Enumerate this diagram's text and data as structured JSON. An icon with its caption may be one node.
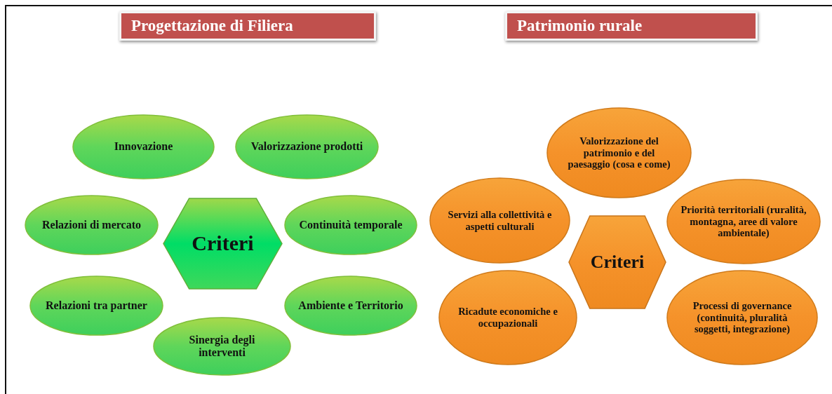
{
  "diagram": {
    "nodes": [
      {
        "text": [
          "Progettazione di Filiera"
        ]
      },
      {
        "text": [
          "Patrimonio rurale"
        ]
      },
      {
        "text": [
          "Innovazione"
        ]
      },
      {
        "text": [
          "Valorizzazione prodotti"
        ]
      },
      {
        "text": [
          "Relazioni di mercato"
        ]
      },
      {
        "text": [
          "Criteri"
        ]
      },
      {
        "text": [
          "Continuità temporale"
        ]
      },
      {
        "text": [
          "Relazioni tra partner"
        ]
      },
      {
        "text": [
          "Ambiente e Territorio"
        ]
      },
      {
        "text": [
          "Sinergia degli interventi"
        ]
      },
      {
        "text": [
          "Valorizzazione del patrimonio e del paesaggio (cosa e come)"
        ]
      },
      {
        "text": [
          "Servizi alla collettività e aspetti culturali"
        ]
      },
      {
        "text": [
          "Priorità territoriali (ruralità, montagna, aree di valore ambientale)"
        ]
      },
      {
        "text": [
          "Criteri"
        ]
      },
      {
        "text": [
          "Ricadute economiche e occupazionali"
        ]
      },
      {
        "text": [
          "Processi di governance (continuità, pluralità soggetti, integrazione)"
        ]
      }
    ]
  }
}
